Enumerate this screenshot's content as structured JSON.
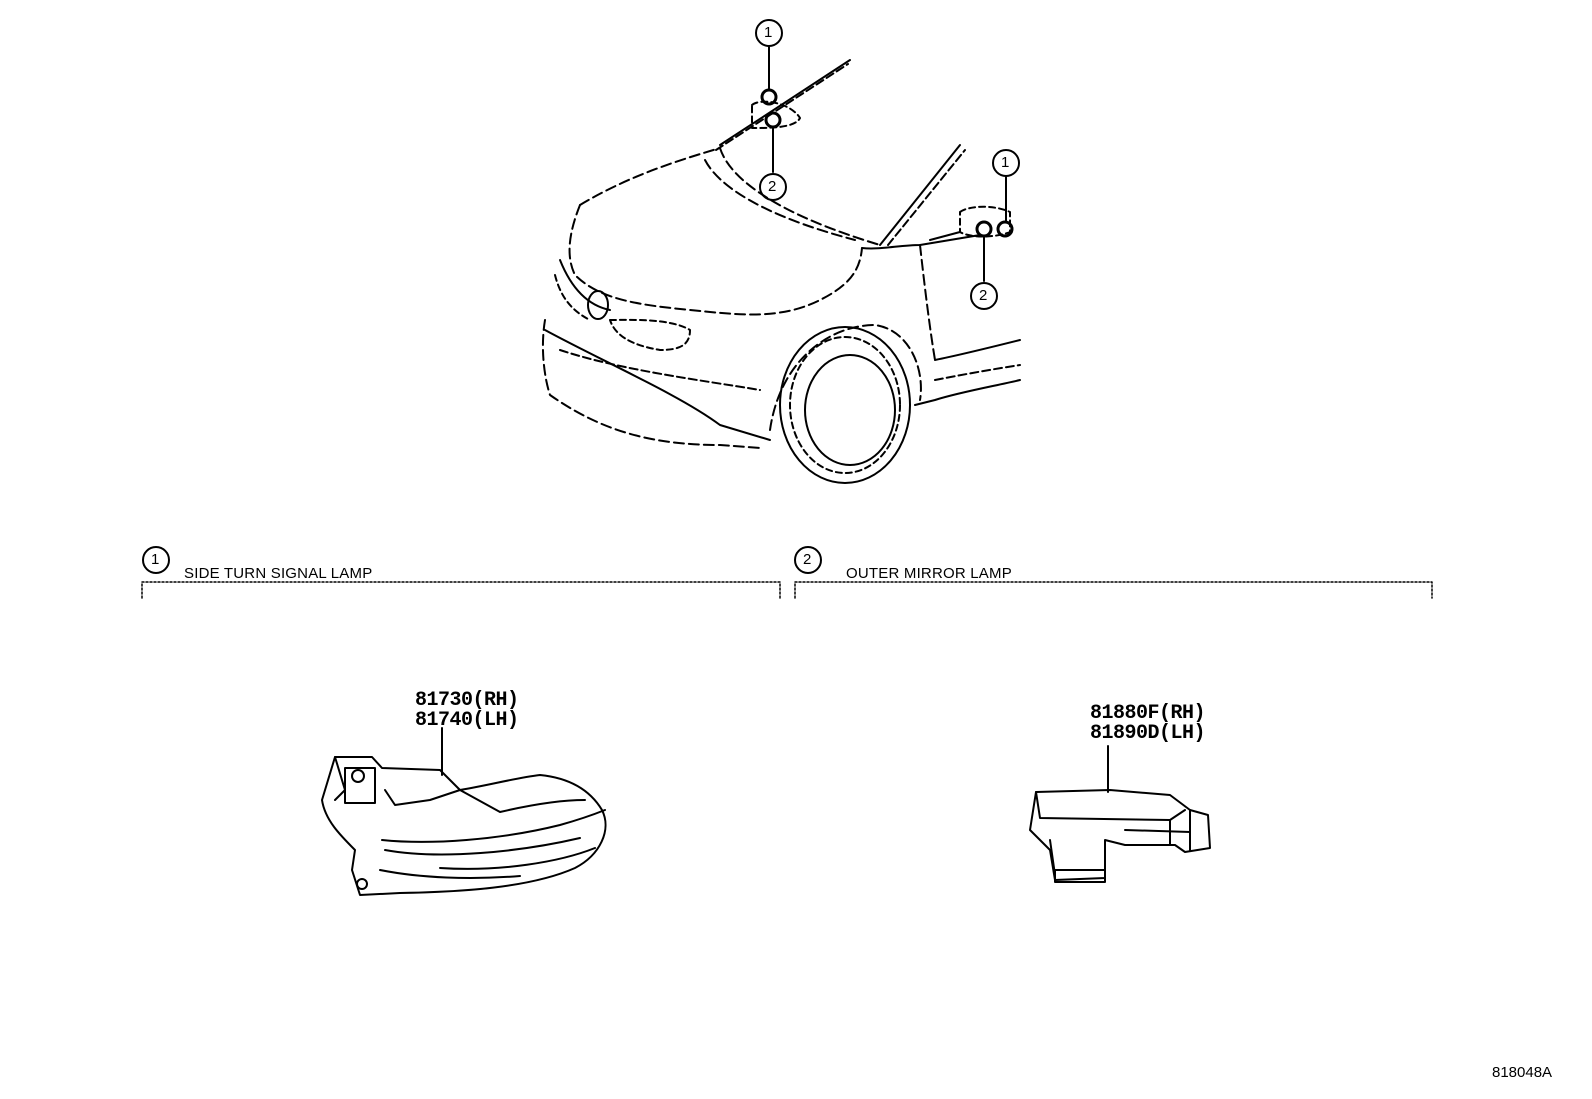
{
  "callouts": {
    "one": "1",
    "two": "2"
  },
  "sections": [
    {
      "number": "1",
      "title": "SIDE TURN SIGNAL LAMP"
    },
    {
      "number": "2",
      "title": "OUTER MIRROR LAMP"
    }
  ],
  "parts": {
    "side_turn_signal_lamp": {
      "rh": "81730(RH)",
      "lh": "81740(LH)"
    },
    "outer_mirror_lamp": {
      "rh": "81880F(RH)",
      "lh": "81890D(LH)"
    }
  },
  "illustration_code": "818048A"
}
